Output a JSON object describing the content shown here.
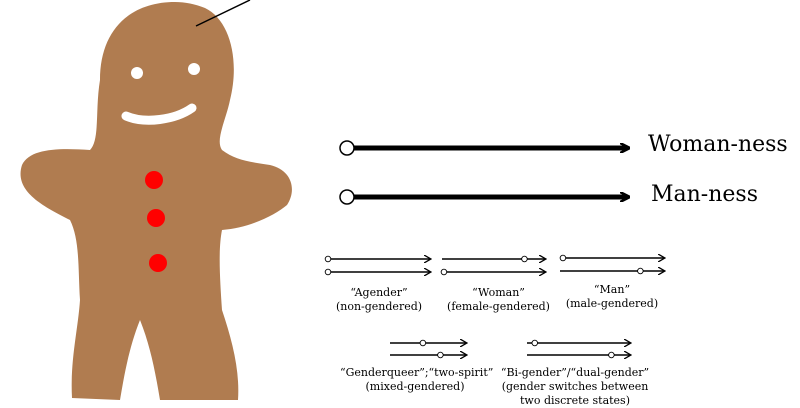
{
  "main_axes": [
    {
      "label": "Woman-ness"
    },
    {
      "label": "Man-ness"
    }
  ],
  "examples": [
    {
      "title": "“Agender”",
      "subtitle": "(non-gendered)",
      "woman_level": 0.0,
      "man_level": 0.0
    },
    {
      "title": "“Woman”",
      "subtitle": "(female-gendered)",
      "woman_level": 0.85,
      "man_level": 0.02
    },
    {
      "title": "“Man”",
      "subtitle": "(male-gendered)",
      "woman_level": 0.03,
      "man_level": 0.82
    },
    {
      "title": "“Genderqueer”;“two-spirit”",
      "subtitle": "(mixed-gendered)",
      "woman_level": 0.47,
      "man_level": 0.72
    },
    {
      "title": "“Bi-gender”/“dual-gender”",
      "subtitle": "(gender switches between",
      "subtitle2": "two discrete states)",
      "woman_level": 0.08,
      "man_level": 0.87
    }
  ],
  "colors": {
    "cookie": "#b07c50",
    "button": "#ff0000",
    "face": "#ffffff"
  }
}
